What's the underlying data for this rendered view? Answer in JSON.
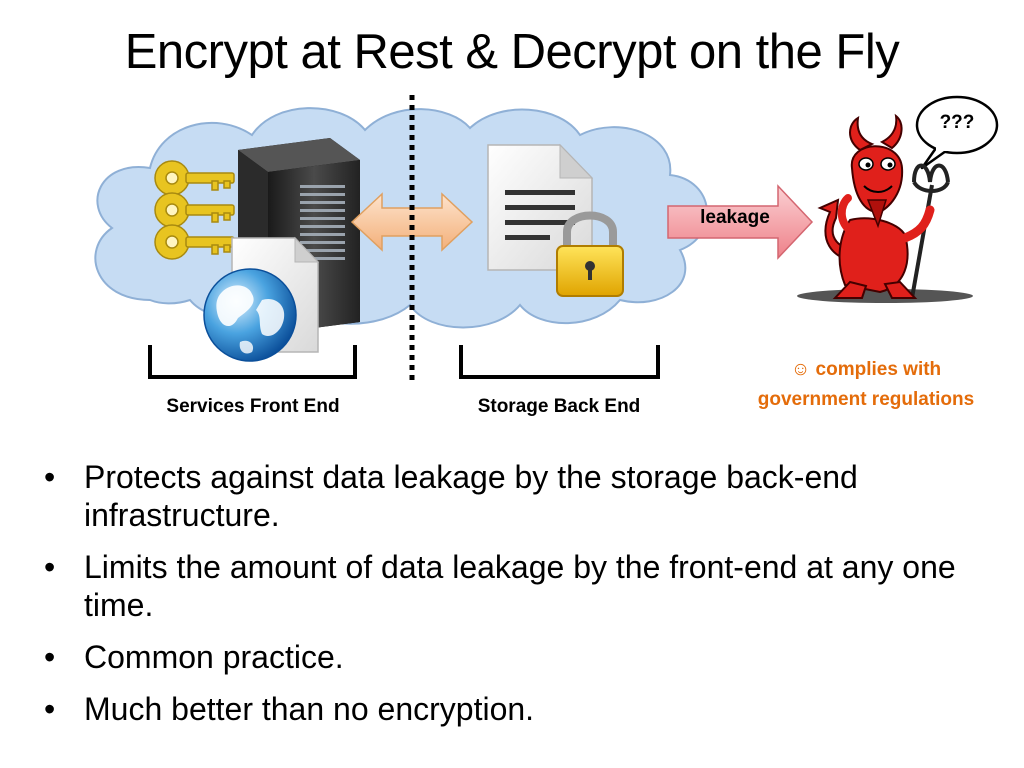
{
  "slide": {
    "title": "Encrypt at Rest & Decrypt on the Fly"
  },
  "diagram": {
    "front_end_label": "Services Front End",
    "back_end_label": "Storage Back End",
    "leakage_label": "leakage",
    "speech_bubble": "???",
    "note_line1": "☺ complies with",
    "note_line2": "government regulations",
    "colors": {
      "cloud_fill": "#c6dcf3",
      "cloud_stroke": "#8fb0d6",
      "arrow_fill": "#f9c9a0",
      "leakage_fill": "#f6a3a8",
      "note_color": "#e46c0a",
      "key_color": "#e8c420",
      "lock_color": "#f2c014",
      "devil_color": "#e0201b"
    },
    "icons": [
      "cloud-icon",
      "key-icon",
      "server-icon",
      "globe-icon",
      "document-icon",
      "lock-icon",
      "devil-icon"
    ]
  },
  "bullets": [
    "Protects against data leakage by the storage back-end infrastructure.",
    "Limits the amount of data leakage by the front-end at any one time.",
    "Common practice.",
    "Much better than no encryption."
  ]
}
